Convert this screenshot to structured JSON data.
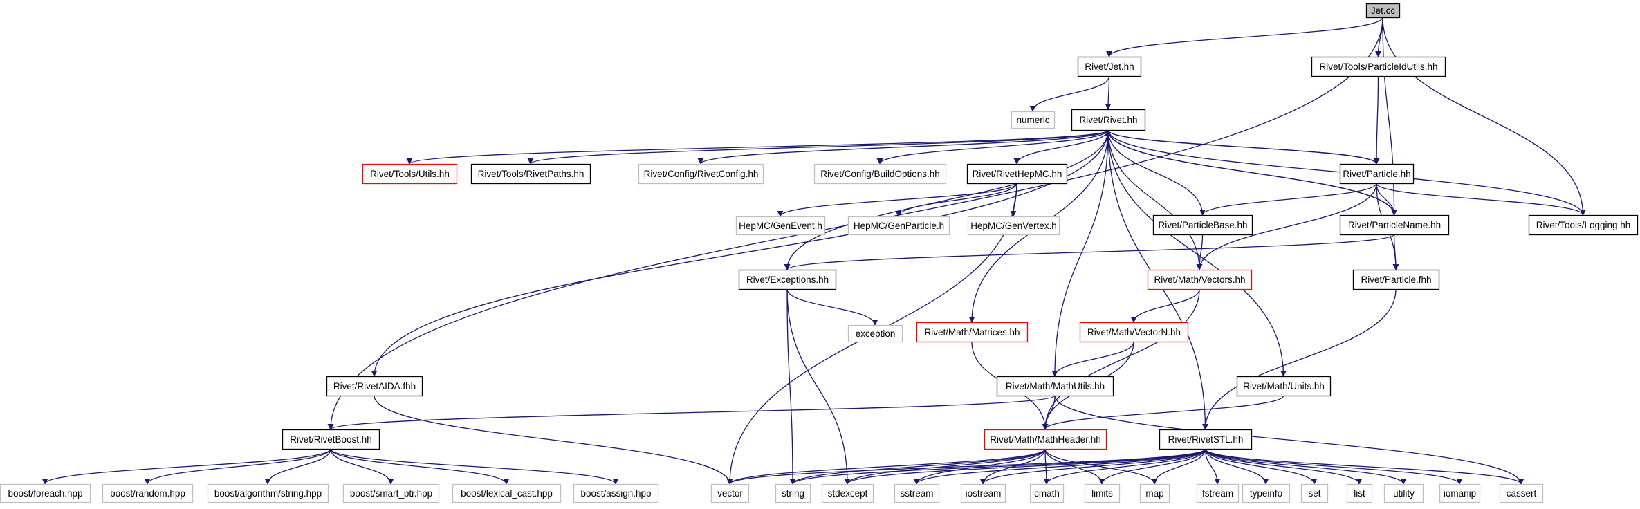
{
  "colors": {
    "edge": "#191970",
    "normal_border": "#000000",
    "external_border": "#bfbfbf",
    "truncated_border": "#ff0000",
    "root_fill": "#bfbfbf",
    "fill": "#ffffff"
  },
  "nodes": [
    {
      "id": "jet_cc",
      "label": "Jet.cc",
      "kind": "root"
    },
    {
      "id": "jet_hh",
      "label": "Rivet/Jet.hh",
      "kind": "normal"
    },
    {
      "id": "pidutils",
      "label": "Rivet/Tools/ParticleIdUtils.hh",
      "kind": "normal"
    },
    {
      "id": "numeric",
      "label": "numeric",
      "kind": "external"
    },
    {
      "id": "rivet_hh",
      "label": "Rivet/Rivet.hh",
      "kind": "normal"
    },
    {
      "id": "tools_utils",
      "label": "Rivet/Tools/Utils.hh",
      "kind": "truncated"
    },
    {
      "id": "rivetpaths",
      "label": "Rivet/Tools/RivetPaths.hh",
      "kind": "normal"
    },
    {
      "id": "rivetconfig",
      "label": "Rivet/Config/RivetConfig.hh",
      "kind": "external"
    },
    {
      "id": "buildoptions",
      "label": "Rivet/Config/BuildOptions.hh",
      "kind": "external"
    },
    {
      "id": "rivethepmc",
      "label": "Rivet/RivetHepMC.hh",
      "kind": "normal"
    },
    {
      "id": "particle_hh",
      "label": "Rivet/Particle.hh",
      "kind": "normal"
    },
    {
      "id": "logging",
      "label": "Rivet/Tools/Logging.hh",
      "kind": "normal"
    },
    {
      "id": "genevent",
      "label": "HepMC/GenEvent.h",
      "kind": "external"
    },
    {
      "id": "genparticle",
      "label": "HepMC/GenParticle.h",
      "kind": "external"
    },
    {
      "id": "genvertex",
      "label": "HepMC/GenVertex.h",
      "kind": "external"
    },
    {
      "id": "particlebase",
      "label": "Rivet/ParticleBase.hh",
      "kind": "normal"
    },
    {
      "id": "particlename",
      "label": "Rivet/ParticleName.hh",
      "kind": "normal"
    },
    {
      "id": "exceptions",
      "label": "Rivet/Exceptions.hh",
      "kind": "normal"
    },
    {
      "id": "vectors",
      "label": "Rivet/Math/Vectors.hh",
      "kind": "truncated"
    },
    {
      "id": "particle_fhh",
      "label": "Rivet/Particle.fhh",
      "kind": "normal"
    },
    {
      "id": "exception",
      "label": "exception",
      "kind": "external"
    },
    {
      "id": "matrices",
      "label": "Rivet/Math/Matrices.hh",
      "kind": "truncated"
    },
    {
      "id": "vectorn",
      "label": "Rivet/Math/VectorN.hh",
      "kind": "truncated"
    },
    {
      "id": "rivetaida",
      "label": "Rivet/RivetAIDA.fhh",
      "kind": "normal"
    },
    {
      "id": "mathutils",
      "label": "Rivet/Math/MathUtils.hh",
      "kind": "normal"
    },
    {
      "id": "units",
      "label": "Rivet/Math/Units.hh",
      "kind": "normal"
    },
    {
      "id": "rivetboost",
      "label": "Rivet/RivetBoost.hh",
      "kind": "normal"
    },
    {
      "id": "mathheader",
      "label": "Rivet/Math/MathHeader.hh",
      "kind": "truncated"
    },
    {
      "id": "rivetstl",
      "label": "Rivet/RivetSTL.hh",
      "kind": "normal"
    },
    {
      "id": "boost_foreach",
      "label": "boost/foreach.hpp",
      "kind": "external"
    },
    {
      "id": "boost_random",
      "label": "boost/random.hpp",
      "kind": "external"
    },
    {
      "id": "boost_algo",
      "label": "boost/algorithm/string.hpp",
      "kind": "external"
    },
    {
      "id": "boost_smart",
      "label": "boost/smart_ptr.hpp",
      "kind": "external"
    },
    {
      "id": "boost_lexical",
      "label": "boost/lexical_cast.hpp",
      "kind": "external"
    },
    {
      "id": "boost_assign",
      "label": "boost/assign.hpp",
      "kind": "external"
    },
    {
      "id": "vector",
      "label": "vector",
      "kind": "external"
    },
    {
      "id": "string",
      "label": "string",
      "kind": "external"
    },
    {
      "id": "stdexcept",
      "label": "stdexcept",
      "kind": "external"
    },
    {
      "id": "sstream",
      "label": "sstream",
      "kind": "external"
    },
    {
      "id": "iostream",
      "label": "iostream",
      "kind": "external"
    },
    {
      "id": "cmath",
      "label": "cmath",
      "kind": "external"
    },
    {
      "id": "limits",
      "label": "limits",
      "kind": "external"
    },
    {
      "id": "map",
      "label": "map",
      "kind": "external"
    },
    {
      "id": "fstream",
      "label": "fstream",
      "kind": "external"
    },
    {
      "id": "typeinfo",
      "label": "typeinfo",
      "kind": "external"
    },
    {
      "id": "set",
      "label": "set",
      "kind": "external"
    },
    {
      "id": "list",
      "label": "list",
      "kind": "external"
    },
    {
      "id": "utility",
      "label": "utility",
      "kind": "external"
    },
    {
      "id": "iomanip",
      "label": "iomanip",
      "kind": "external"
    },
    {
      "id": "cassert",
      "label": "cassert",
      "kind": "external"
    }
  ],
  "edges": [
    [
      "jet_cc",
      "jet_hh"
    ],
    [
      "jet_cc",
      "pidutils"
    ],
    [
      "jet_cc",
      "rivetboost"
    ],
    [
      "jet_cc",
      "particlename"
    ],
    [
      "jet_cc",
      "logging"
    ],
    [
      "jet_hh",
      "rivet_hh"
    ],
    [
      "jet_hh",
      "numeric"
    ],
    [
      "pidutils",
      "particle_hh"
    ],
    [
      "rivet_hh",
      "tools_utils"
    ],
    [
      "rivet_hh",
      "rivetpaths"
    ],
    [
      "rivet_hh",
      "rivetconfig"
    ],
    [
      "rivet_hh",
      "buildoptions"
    ],
    [
      "rivet_hh",
      "rivethepmc"
    ],
    [
      "rivet_hh",
      "particle_hh"
    ],
    [
      "rivet_hh",
      "particlename"
    ],
    [
      "rivet_hh",
      "exceptions"
    ],
    [
      "rivet_hh",
      "vectors"
    ],
    [
      "rivet_hh",
      "matrices"
    ],
    [
      "rivet_hh",
      "rivetaida"
    ],
    [
      "rivet_hh",
      "mathutils"
    ],
    [
      "rivet_hh",
      "units"
    ],
    [
      "rivet_hh",
      "rivetstl"
    ],
    [
      "particle_hh",
      "rivet_hh"
    ],
    [
      "particle_hh",
      "particlebase"
    ],
    [
      "particle_hh",
      "particlename"
    ],
    [
      "particle_hh",
      "logging"
    ],
    [
      "particle_hh",
      "vectors"
    ],
    [
      "particle_hh",
      "particle_fhh"
    ],
    [
      "particlebase",
      "rivet_hh"
    ],
    [
      "particlebase",
      "vectors"
    ],
    [
      "particlename",
      "rivet_hh"
    ],
    [
      "particlename",
      "particle_fhh"
    ],
    [
      "particlename",
      "exceptions"
    ],
    [
      "logging",
      "rivet_hh"
    ],
    [
      "rivethepmc",
      "genevent"
    ],
    [
      "rivethepmc",
      "genparticle"
    ],
    [
      "rivethepmc",
      "genvertex"
    ],
    [
      "rivethepmc",
      "vector"
    ],
    [
      "exceptions",
      "exception"
    ],
    [
      "exceptions",
      "string"
    ],
    [
      "exceptions",
      "stdexcept"
    ],
    [
      "vectors",
      "vectorn"
    ],
    [
      "vectors",
      "mathheader"
    ],
    [
      "vectorn",
      "mathheader"
    ],
    [
      "vectorn",
      "mathutils"
    ],
    [
      "matrices",
      "mathheader"
    ],
    [
      "mathutils",
      "mathheader"
    ],
    [
      "mathutils",
      "rivetboost"
    ],
    [
      "mathutils",
      "cassert"
    ],
    [
      "units",
      "mathheader"
    ],
    [
      "particle_fhh",
      "rivetstl"
    ],
    [
      "rivetaida",
      "vector"
    ],
    [
      "rivetboost",
      "boost_foreach"
    ],
    [
      "rivetboost",
      "boost_random"
    ],
    [
      "rivetboost",
      "boost_algo"
    ],
    [
      "rivetboost",
      "boost_smart"
    ],
    [
      "rivetboost",
      "boost_lexical"
    ],
    [
      "rivetboost",
      "boost_assign"
    ],
    [
      "mathheader",
      "vector"
    ],
    [
      "mathheader",
      "string"
    ],
    [
      "mathheader",
      "stdexcept"
    ],
    [
      "mathheader",
      "sstream"
    ],
    [
      "mathheader",
      "iostream"
    ],
    [
      "mathheader",
      "cmath"
    ],
    [
      "mathheader",
      "limits"
    ],
    [
      "mathheader",
      "map"
    ],
    [
      "rivetstl",
      "vector"
    ],
    [
      "rivetstl",
      "string"
    ],
    [
      "rivetstl",
      "stdexcept"
    ],
    [
      "rivetstl",
      "sstream"
    ],
    [
      "rivetstl",
      "iostream"
    ],
    [
      "rivetstl",
      "cmath"
    ],
    [
      "rivetstl",
      "limits"
    ],
    [
      "rivetstl",
      "map"
    ],
    [
      "rivetstl",
      "fstream"
    ],
    [
      "rivetstl",
      "typeinfo"
    ],
    [
      "rivetstl",
      "set"
    ],
    [
      "rivetstl",
      "list"
    ],
    [
      "rivetstl",
      "utility"
    ],
    [
      "rivetstl",
      "iomanip"
    ],
    [
      "rivetstl",
      "cassert"
    ]
  ]
}
